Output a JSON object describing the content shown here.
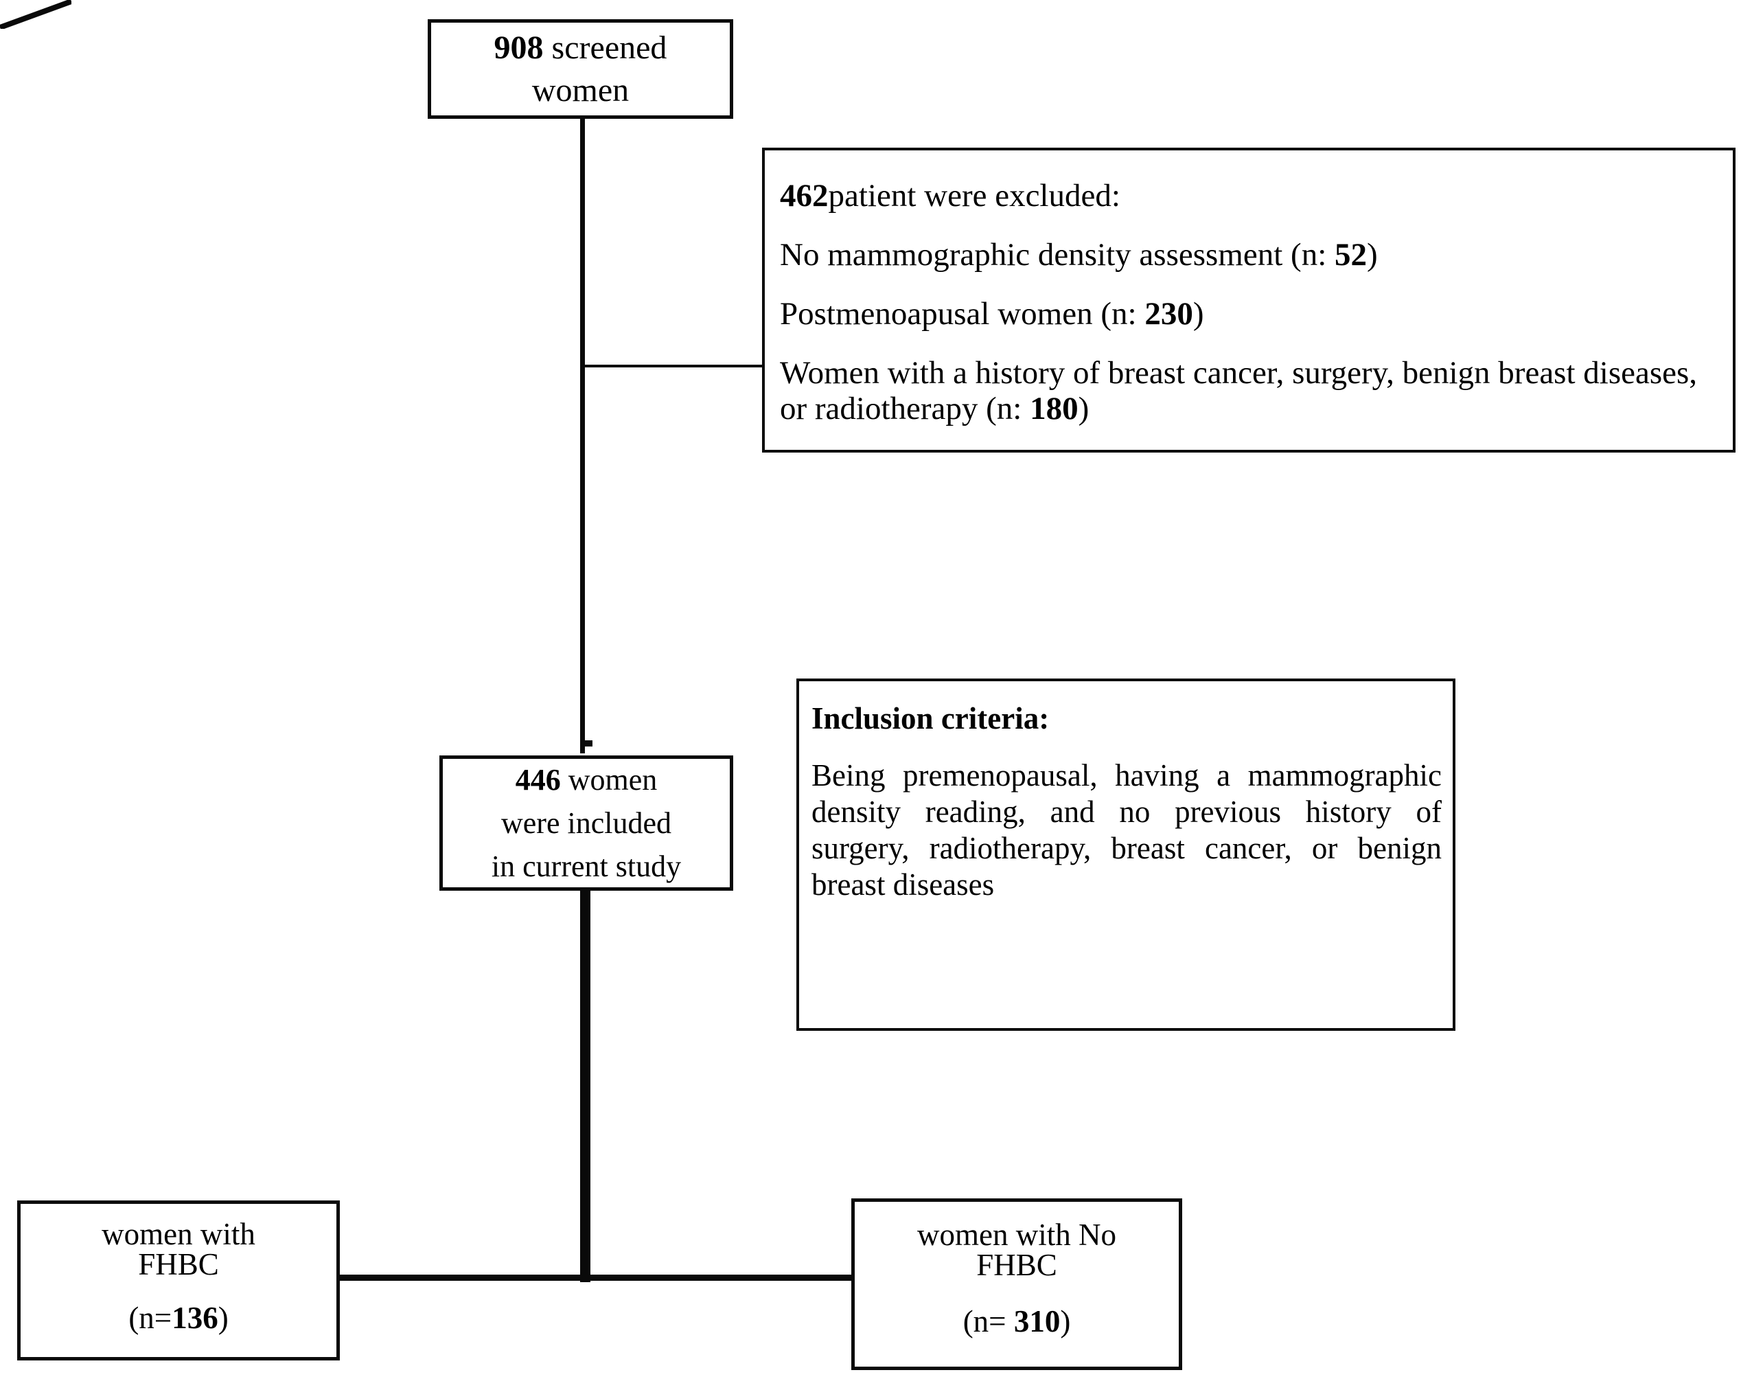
{
  "flowchart": {
    "screened": {
      "count": "908",
      "label": "screened",
      "line2": "women"
    },
    "excluded": {
      "header_count": "462",
      "header_text": "patient were excluded:",
      "reason1_text": "No mammographic density assessment (n: ",
      "reason1_count": "52",
      "reason1_tail": ")",
      "reason2_text": "Postmenoapusal women (n: ",
      "reason2_count": "230",
      "reason2_tail": ")",
      "reason3_text": "Women with a history of breast cancer, surgery, benign breast diseases, or radiotherapy (n: ",
      "reason3_count": "180",
      "reason3_tail": ")"
    },
    "included": {
      "count": "446",
      "line1_tail": "women",
      "line2": "were included",
      "line3": "in current study"
    },
    "inclusion": {
      "heading": "Inclusion criteria:",
      "body": "Being premenopausal, having a mammographic density reading, and no previous history of surgery, radiotherapy, breast cancer, or benign breast diseases"
    },
    "fhbc": {
      "line1": "women with",
      "line2": "FHBC",
      "n_open": "(n=",
      "n_value": "136",
      "n_close": ")"
    },
    "no_fhbc": {
      "line1": "women with No",
      "line2": "FHBC",
      "n_open": "(n= ",
      "n_value": "310",
      "n_close": ")"
    }
  },
  "colors": {
    "stroke": "#0a0a0a",
    "background": "#ffffff"
  }
}
